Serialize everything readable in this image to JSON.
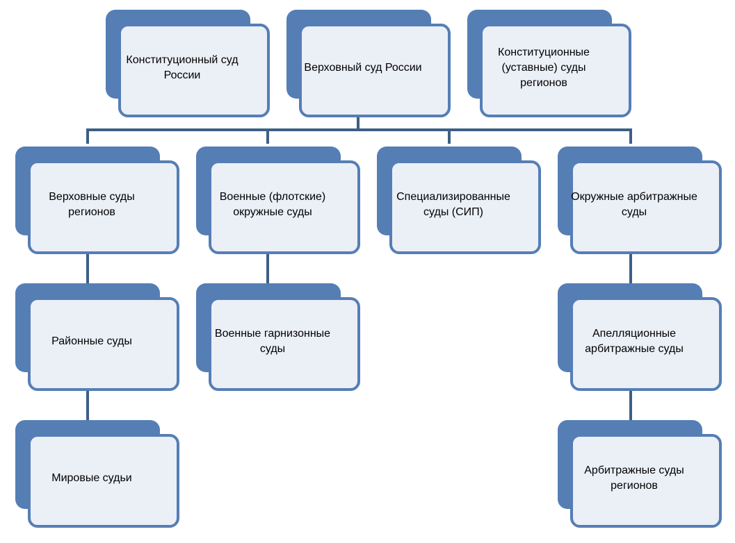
{
  "diagram": {
    "nodes": [
      {
        "id": "constitutional-court-russia",
        "label": "Конституционный суд России"
      },
      {
        "id": "supreme-court-russia",
        "label": "Верховный суд России"
      },
      {
        "id": "constitutional-courts-regions",
        "label": "Конституционные (уставные) суды регионов"
      },
      {
        "id": "supreme-courts-regions",
        "label": "Верховные суды регионов"
      },
      {
        "id": "military-district-courts",
        "label": "Военные (флотские) окружные суды"
      },
      {
        "id": "specialized-courts",
        "label": "Специализированные суды (СИП)"
      },
      {
        "id": "district-arbitration-courts",
        "label": "Окружные арбитражные суды"
      },
      {
        "id": "district-courts",
        "label": "Районные суды"
      },
      {
        "id": "military-garrison-courts",
        "label": "Военные гарнизонные суды"
      },
      {
        "id": "appeal-arbitration-courts",
        "label": "Апелляционные арбитражные суды"
      },
      {
        "id": "magistrates",
        "label": "Мировые судьи"
      },
      {
        "id": "regional-arbitration-courts",
        "label": "Арбитражные суды регионов"
      }
    ],
    "edges": [
      {
        "from": "supreme-court-russia",
        "to": "supreme-courts-regions"
      },
      {
        "from": "supreme-court-russia",
        "to": "military-district-courts"
      },
      {
        "from": "supreme-court-russia",
        "to": "specialized-courts"
      },
      {
        "from": "supreme-court-russia",
        "to": "district-arbitration-courts"
      },
      {
        "from": "supreme-courts-regions",
        "to": "district-courts"
      },
      {
        "from": "district-courts",
        "to": "magistrates"
      },
      {
        "from": "military-district-courts",
        "to": "military-garrison-courts"
      },
      {
        "from": "district-arbitration-courts",
        "to": "appeal-arbitration-courts"
      },
      {
        "from": "appeal-arbitration-courts",
        "to": "regional-arbitration-courts"
      }
    ],
    "colors": {
      "box_fill": "#ebeff6",
      "box_border": "#557eb5",
      "box_shadow": "#557eb5",
      "connector": "#3d5f86",
      "text": "#000000"
    }
  }
}
